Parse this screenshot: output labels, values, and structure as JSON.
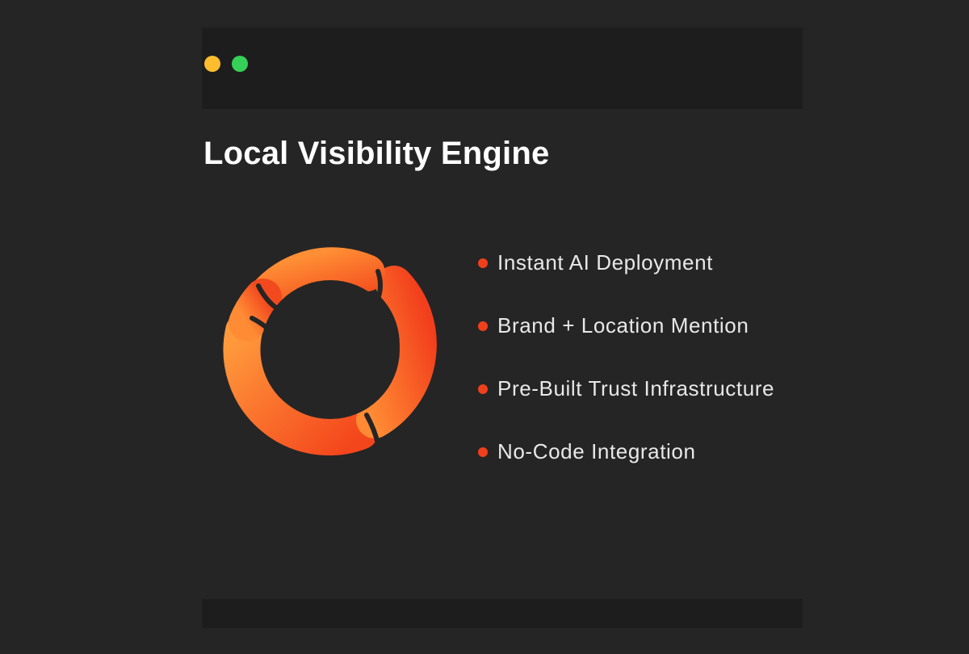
{
  "window": {
    "controls": [
      {
        "icon": "window-minimize-dot",
        "color": "#fdbd2e"
      },
      {
        "icon": "window-maximize-dot",
        "color": "#35d058"
      }
    ]
  },
  "main": {
    "title": "Local Visibility Engine",
    "features": [
      {
        "label": "Instant AI Deployment"
      },
      {
        "label": "Brand + Location Mention"
      },
      {
        "label": "Pre-Built Trust Infrastructure"
      },
      {
        "label": "No-Code Integration"
      }
    ]
  },
  "colors": {
    "background": "#252525",
    "bar": "#1d1d1d",
    "accent": "#f04a1c",
    "ring_light": "#ff9a3c",
    "ring_dark": "#f2421d",
    "text": "#e8e8e8"
  },
  "icons": {
    "cycle": "cycle-ring-icon",
    "bullet": "bullet-dot-icon"
  }
}
